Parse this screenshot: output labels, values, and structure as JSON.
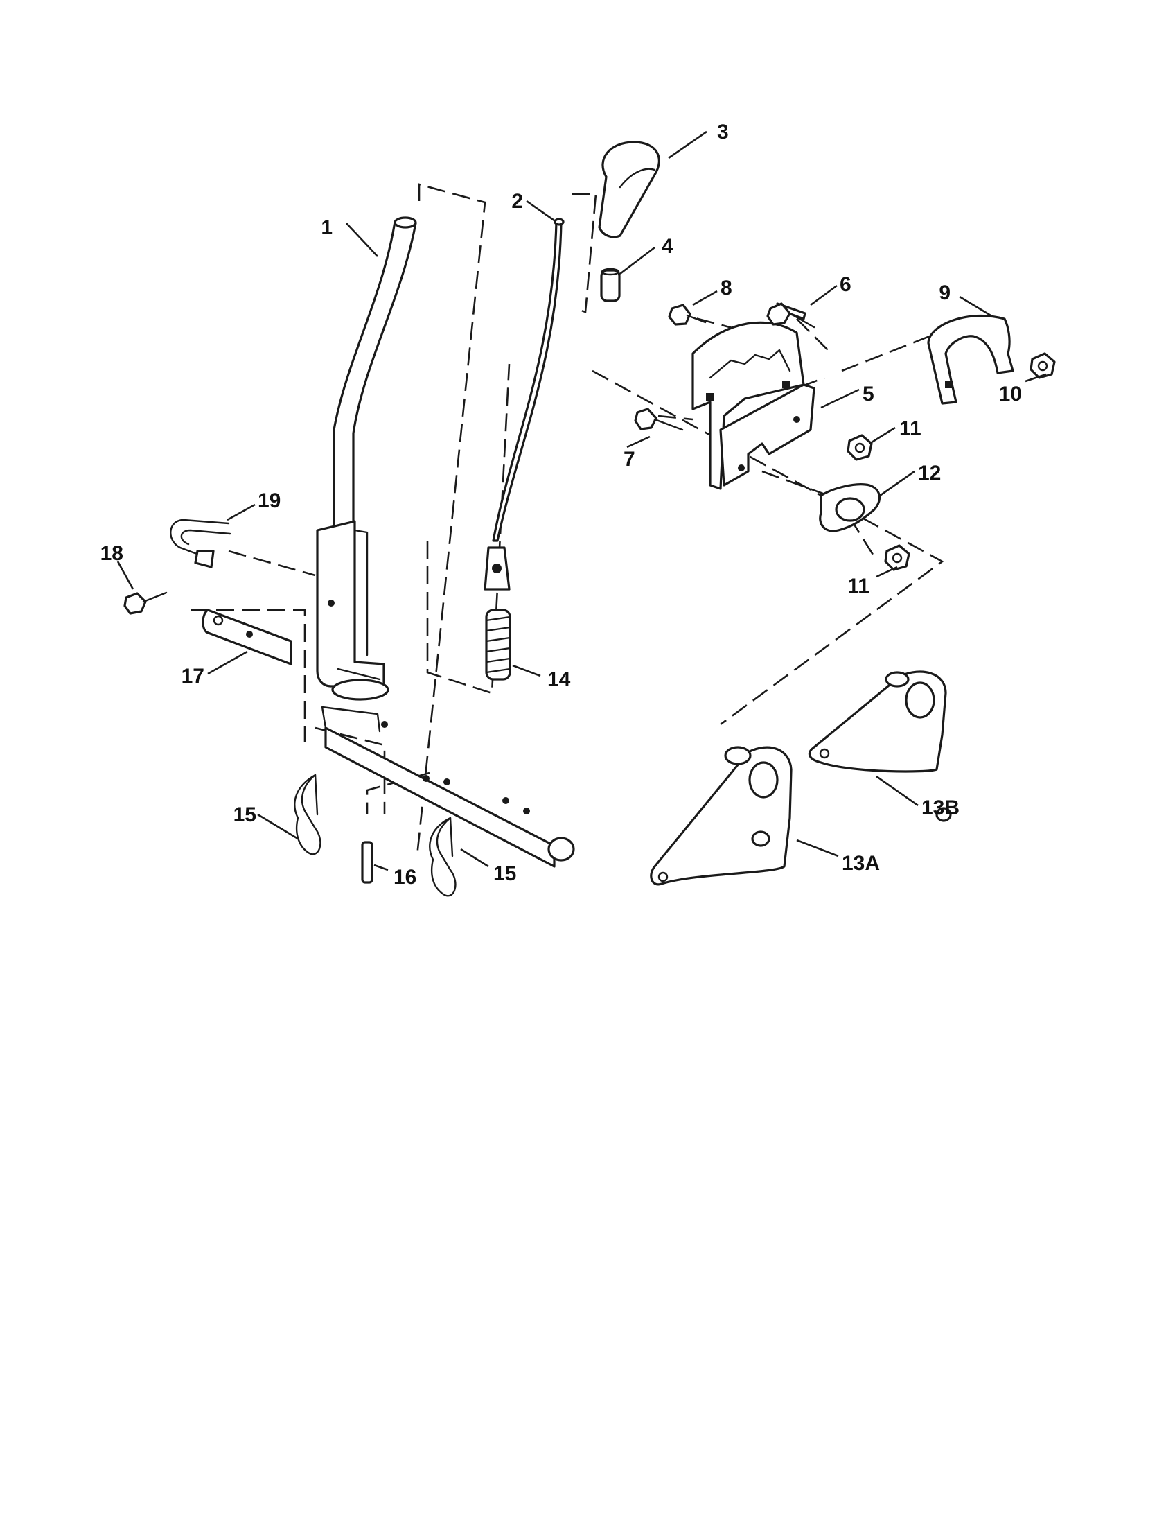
{
  "callouts": {
    "c1": "1",
    "c2": "2",
    "c3": "3",
    "c4": "4",
    "c5": "5",
    "c6": "6",
    "c7": "7",
    "c8": "8",
    "c9": "9",
    "c10": "10",
    "c11a": "11",
    "c11b": "11",
    "c12": "12",
    "c13a": "13A",
    "c13b": "13B",
    "c14": "14",
    "c15a": "15",
    "c15b": "15",
    "c16": "16",
    "c17": "17",
    "c18": "18",
    "c19": "19"
  }
}
